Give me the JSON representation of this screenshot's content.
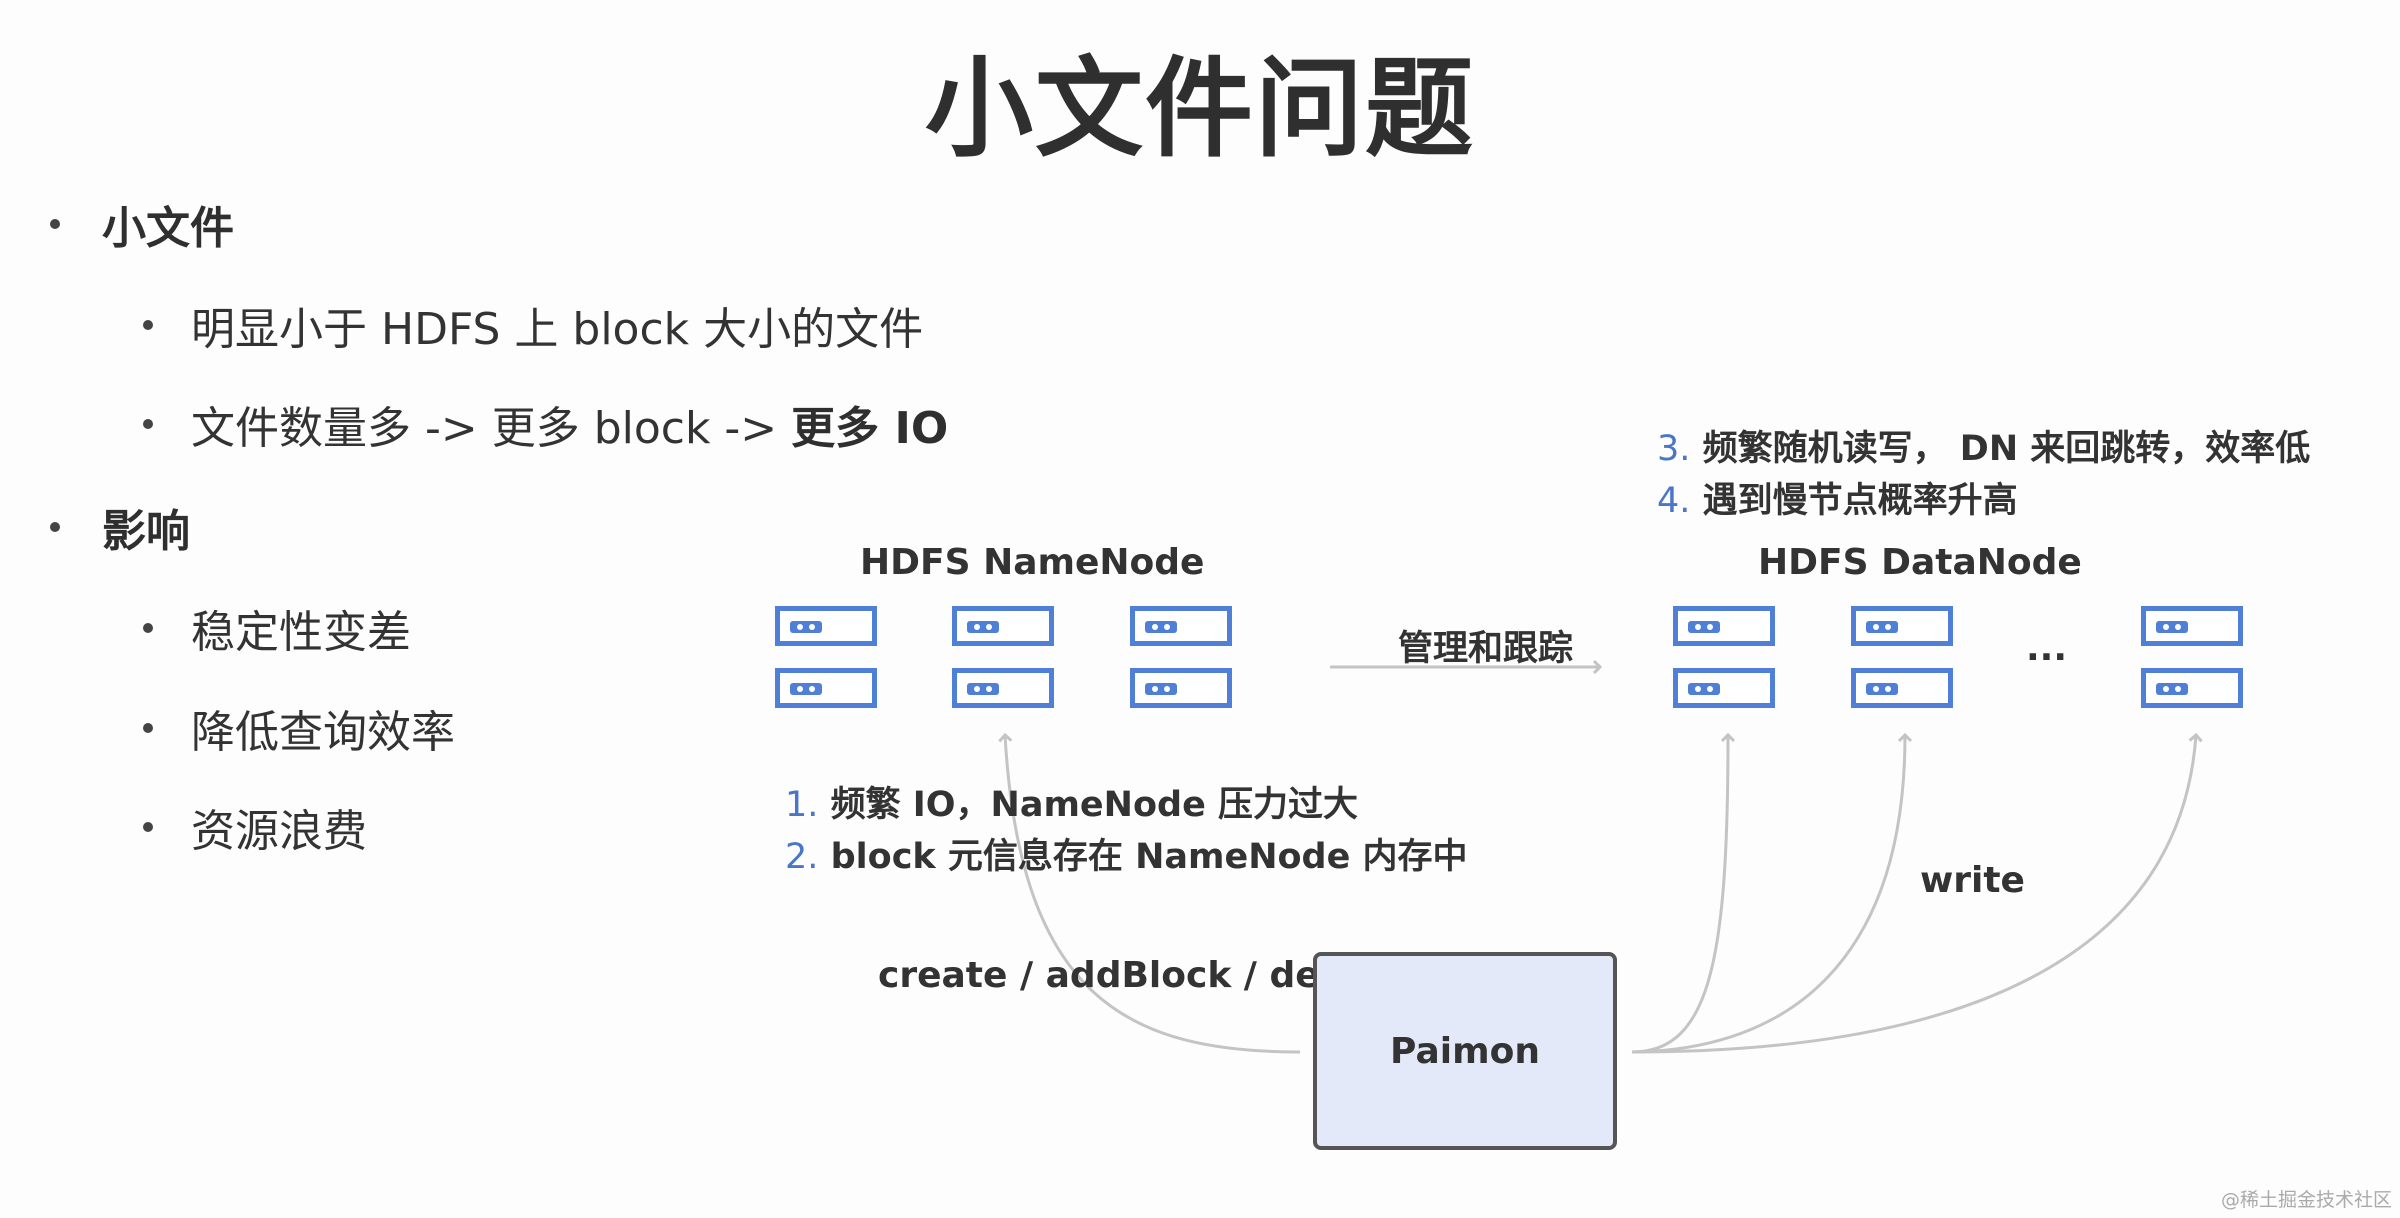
{
  "title": "小文件问题",
  "bullets": {
    "small_files": "小文件",
    "small_files_def": "明显小于 HDFS 上 block 大小的文件",
    "more_files_prefix": "文件数量多 -> 更多 block -> ",
    "more_files_strong": "更多 IO",
    "impact": "影响",
    "impact_1": "稳定性变差",
    "impact_2": "降低查询效率",
    "impact_3": "资源浪费"
  },
  "diagram": {
    "namenode_label": "HDFS NameNode",
    "datanode_label": "HDFS DataNode",
    "manage_label": "管理和跟踪",
    "ellipsis": "...",
    "notes_namenode": [
      {
        "num": "1.",
        "text": "频繁 IO，NameNode 压力过大"
      },
      {
        "num": "2.",
        "text": "block 元信息存在 NameNode 内存中"
      }
    ],
    "notes_datanode": [
      {
        "num": "3.",
        "text": "频繁随机读写， DN 来回跳转，效率低"
      },
      {
        "num": "4.",
        "text": "遇到慢节点概率升高"
      }
    ],
    "create_label": "create / addBlock / delete",
    "write_label": "write",
    "paimon_label": "Paimon"
  },
  "watermark": "@稀土掘金技术社区",
  "colors": {
    "accent": "#4f7fd6",
    "paimon_fill": "#e3e9f8",
    "arrow": "#c4c4c4"
  }
}
